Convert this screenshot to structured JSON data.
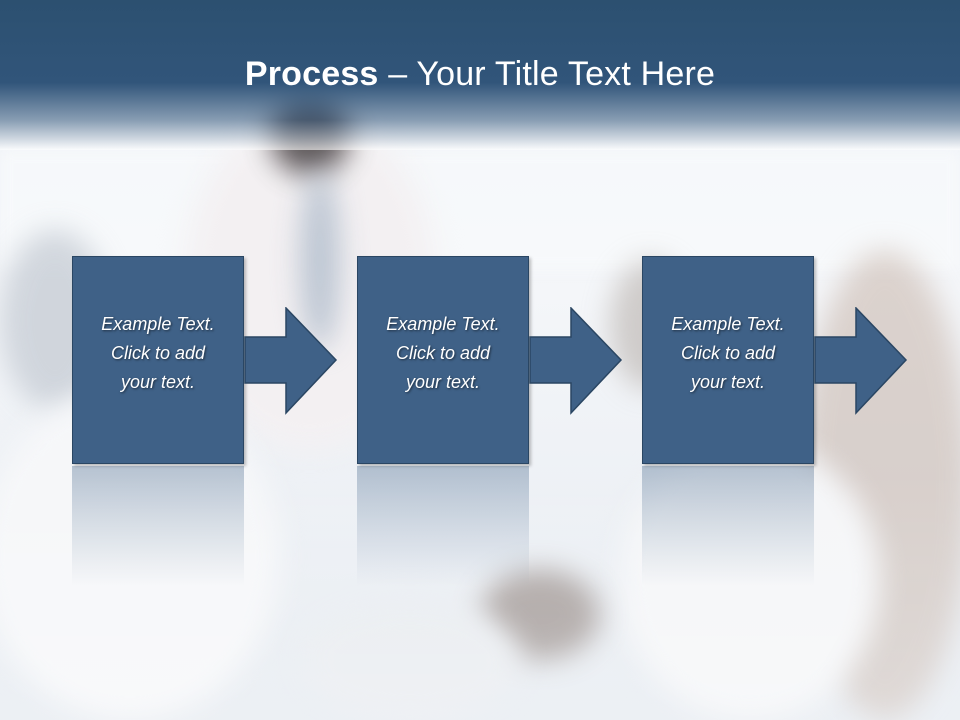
{
  "title": {
    "bold": "Process",
    "rest": " – Your Title Text Here"
  },
  "steps": [
    {
      "line1": "Example Text.",
      "line2": "Click  to add",
      "line3": "your text."
    },
    {
      "line1": "Example Text.",
      "line2": "Click  to add",
      "line3": "your text."
    },
    {
      "line1": "Example Text.",
      "line2": "Click  to add",
      "line3": "your text."
    }
  ],
  "colors": {
    "banner": "#31557a",
    "box": "#3f6187",
    "box_border": "#2a4663",
    "text": "#ffffff"
  }
}
